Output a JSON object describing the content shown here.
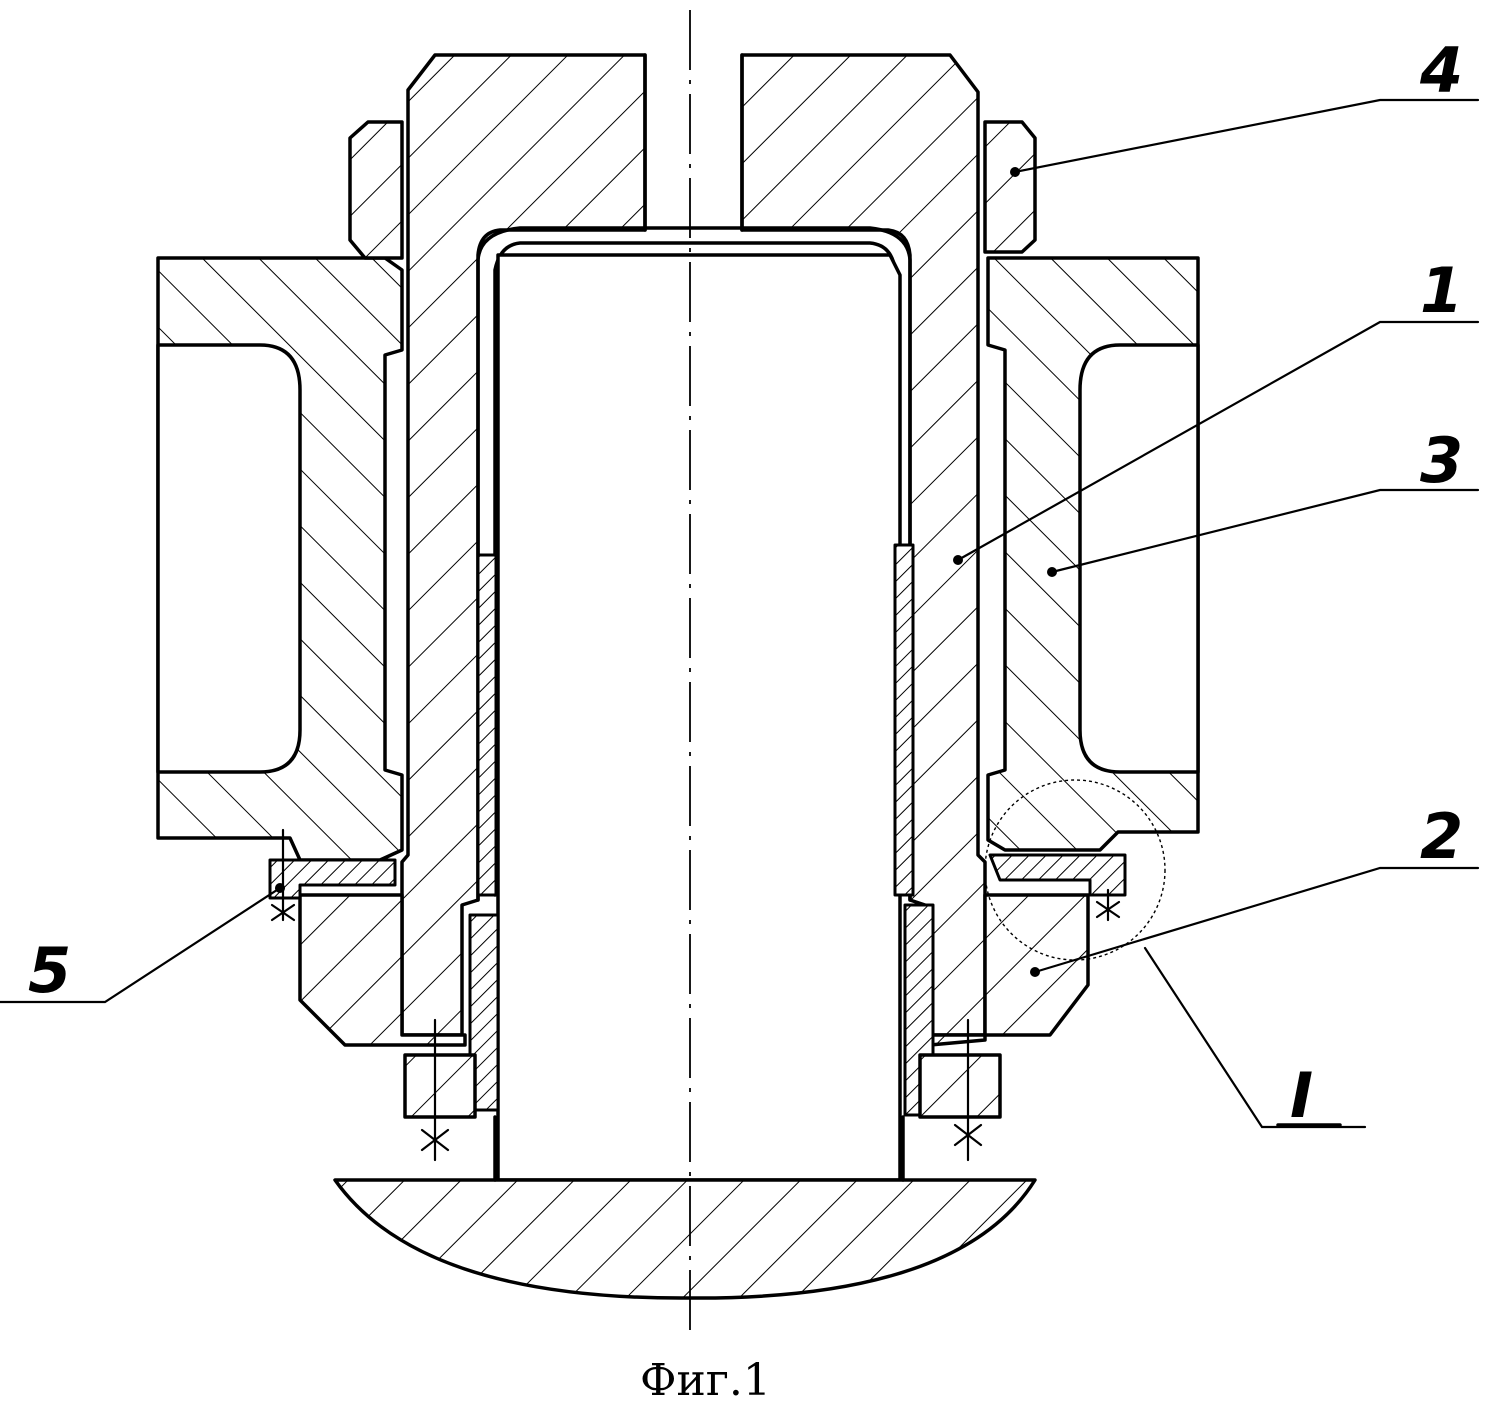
{
  "figure": {
    "caption": "Фиг.1",
    "callouts": {
      "part_1": "1",
      "part_2": "2",
      "part_3": "3",
      "part_4": "4",
      "part_5": "5",
      "detail_view": "I"
    }
  }
}
